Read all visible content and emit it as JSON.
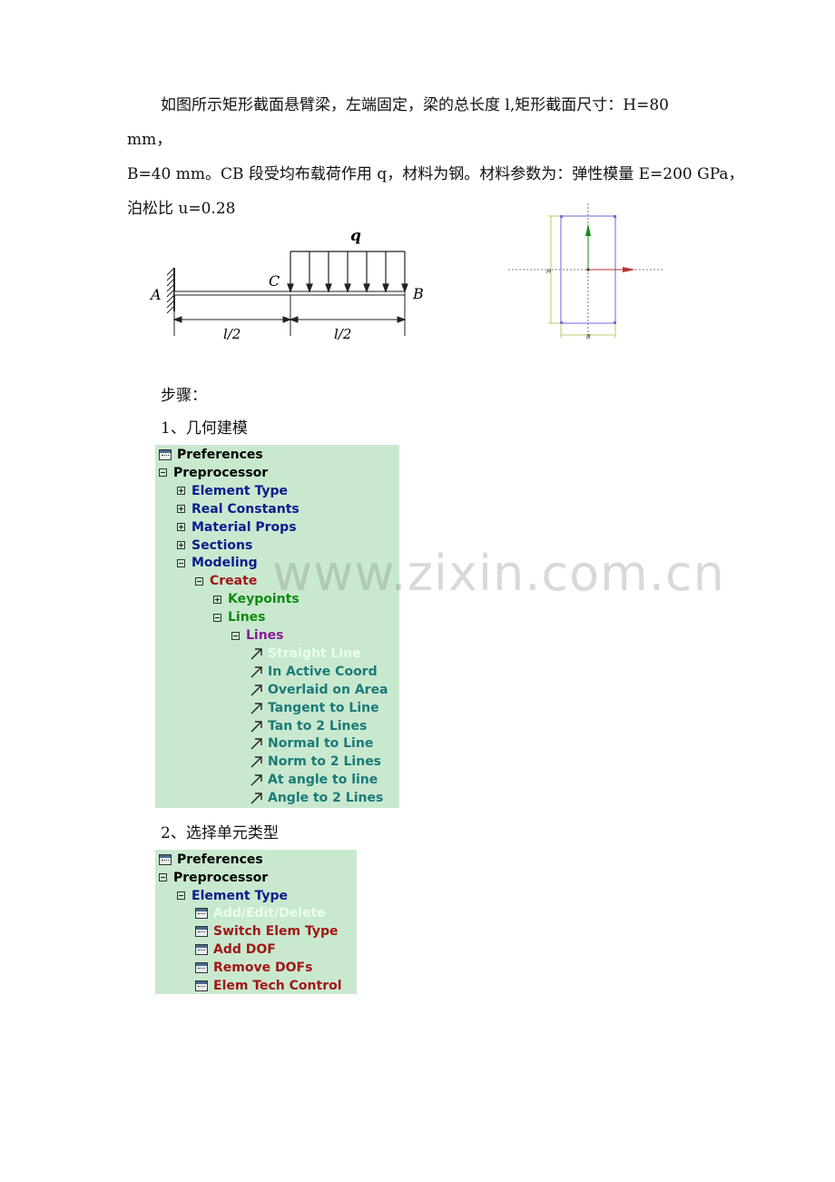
{
  "intro": {
    "line1": "如图所示矩形截面悬臂梁，左端固定，梁的总长度 l,矩形截面尺寸：H=80 mm，",
    "line2": "B=40 mm。CB 段受均布载荷作用 q，材料为钢。材料参数为：弹性模量 E=200 GPa，",
    "line3": "泊松比 u=0.28"
  },
  "beam_figure": {
    "load_label": "q",
    "point_a": "A",
    "point_b": "B",
    "point_c": "C",
    "dim_left": "l/2",
    "dim_right": "l/2"
  },
  "section_figure": {
    "height_label": "H",
    "width_label": "B"
  },
  "steps_heading": "步骤：",
  "step1_title": "1、几何建模",
  "step2_title": "2、选择单元类型",
  "tree1": [
    {
      "label": "Preferences",
      "icon": "window-icon",
      "color": "black"
    },
    {
      "label": "Preprocessor",
      "icon": "minus-box-icon",
      "color": "black"
    },
    {
      "label": "Element Type",
      "icon": "plus-box-icon",
      "color": "navy"
    },
    {
      "label": "Real Constants",
      "icon": "plus-box-icon",
      "color": "navy"
    },
    {
      "label": "Material Props",
      "icon": "plus-box-icon",
      "color": "navy"
    },
    {
      "label": "Sections",
      "icon": "plus-box-icon",
      "color": "navy"
    },
    {
      "label": "Modeling",
      "icon": "minus-box-icon",
      "color": "navy"
    },
    {
      "label": "Create",
      "icon": "minus-box-icon",
      "color": "maroon"
    },
    {
      "label": "Keypoints",
      "icon": "plus-box-icon",
      "color": "green"
    },
    {
      "label": "Lines",
      "icon": "minus-box-icon",
      "color": "green"
    },
    {
      "label": "Lines",
      "icon": "minus-box-icon",
      "color": "purple"
    },
    {
      "label": "Straight Line",
      "icon": "arrow-icon",
      "color": "highlight"
    },
    {
      "label": "In Active Coord",
      "icon": "arrow-icon",
      "color": "teal"
    },
    {
      "label": "Overlaid on Area",
      "icon": "arrow-icon",
      "color": "teal"
    },
    {
      "label": "Tangent to Line",
      "icon": "arrow-icon",
      "color": "teal"
    },
    {
      "label": "Tan to 2 Lines",
      "icon": "arrow-icon",
      "color": "teal"
    },
    {
      "label": "Normal to Line",
      "icon": "arrow-icon",
      "color": "teal"
    },
    {
      "label": "Norm to 2 Lines",
      "icon": "arrow-icon",
      "color": "teal"
    },
    {
      "label": "At angle to line",
      "icon": "arrow-icon",
      "color": "teal"
    },
    {
      "label": "Angle to 2 Lines",
      "icon": "arrow-icon",
      "color": "teal"
    }
  ],
  "tree2": [
    {
      "label": "Preferences",
      "icon": "window-icon",
      "color": "black"
    },
    {
      "label": "Preprocessor",
      "icon": "minus-box-icon",
      "color": "black"
    },
    {
      "label": "Element Type",
      "icon": "minus-box-icon",
      "color": "navy"
    },
    {
      "label": "Add/Edit/Delete",
      "icon": "window-icon",
      "color": "highlight"
    },
    {
      "label": "Switch Elem Type",
      "icon": "window-icon",
      "color": "maroon"
    },
    {
      "label": "Add DOF",
      "icon": "window-icon",
      "color": "maroon"
    },
    {
      "label": "Remove DOFs",
      "icon": "window-icon",
      "color": "maroon"
    },
    {
      "label": "Elem Tech Control",
      "icon": "window-icon",
      "color": "maroon"
    }
  ],
  "watermark": "www.zixin.com.cn"
}
